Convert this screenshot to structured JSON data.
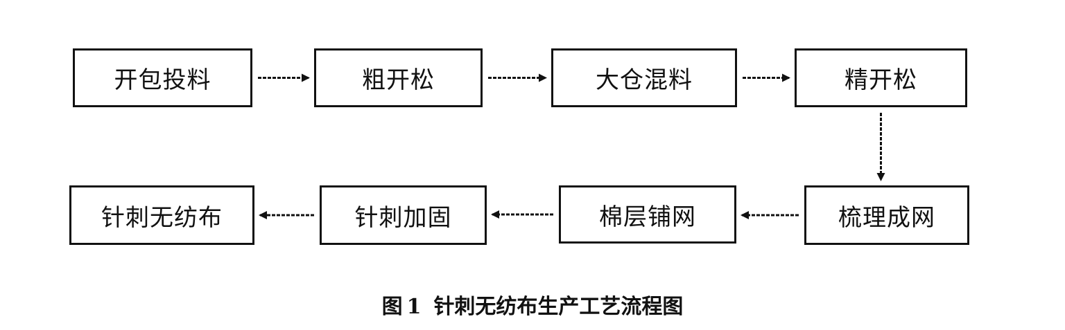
{
  "top_strip_text": "",
  "nodes": [
    {
      "id": "n1",
      "label": "开包投料"
    },
    {
      "id": "n2",
      "label": "粗开松"
    },
    {
      "id": "n3",
      "label": "大仓混料"
    },
    {
      "id": "n4",
      "label": "精开松"
    },
    {
      "id": "n5",
      "label": "梳理成网"
    },
    {
      "id": "n6",
      "label": "棉层铺网"
    },
    {
      "id": "n7",
      "label": "针刺加固"
    },
    {
      "id": "n8",
      "label": "针刺无纺布"
    }
  ],
  "edges": [
    {
      "from": "n1",
      "to": "n2"
    },
    {
      "from": "n2",
      "to": "n3"
    },
    {
      "from": "n3",
      "to": "n4"
    },
    {
      "from": "n4",
      "to": "n5"
    },
    {
      "from": "n5",
      "to": "n6"
    },
    {
      "from": "n6",
      "to": "n7"
    },
    {
      "from": "n7",
      "to": "n8"
    }
  ],
  "caption": {
    "prefix": "图",
    "number": "1",
    "text": "针刺无纺布生产工艺流程图"
  }
}
